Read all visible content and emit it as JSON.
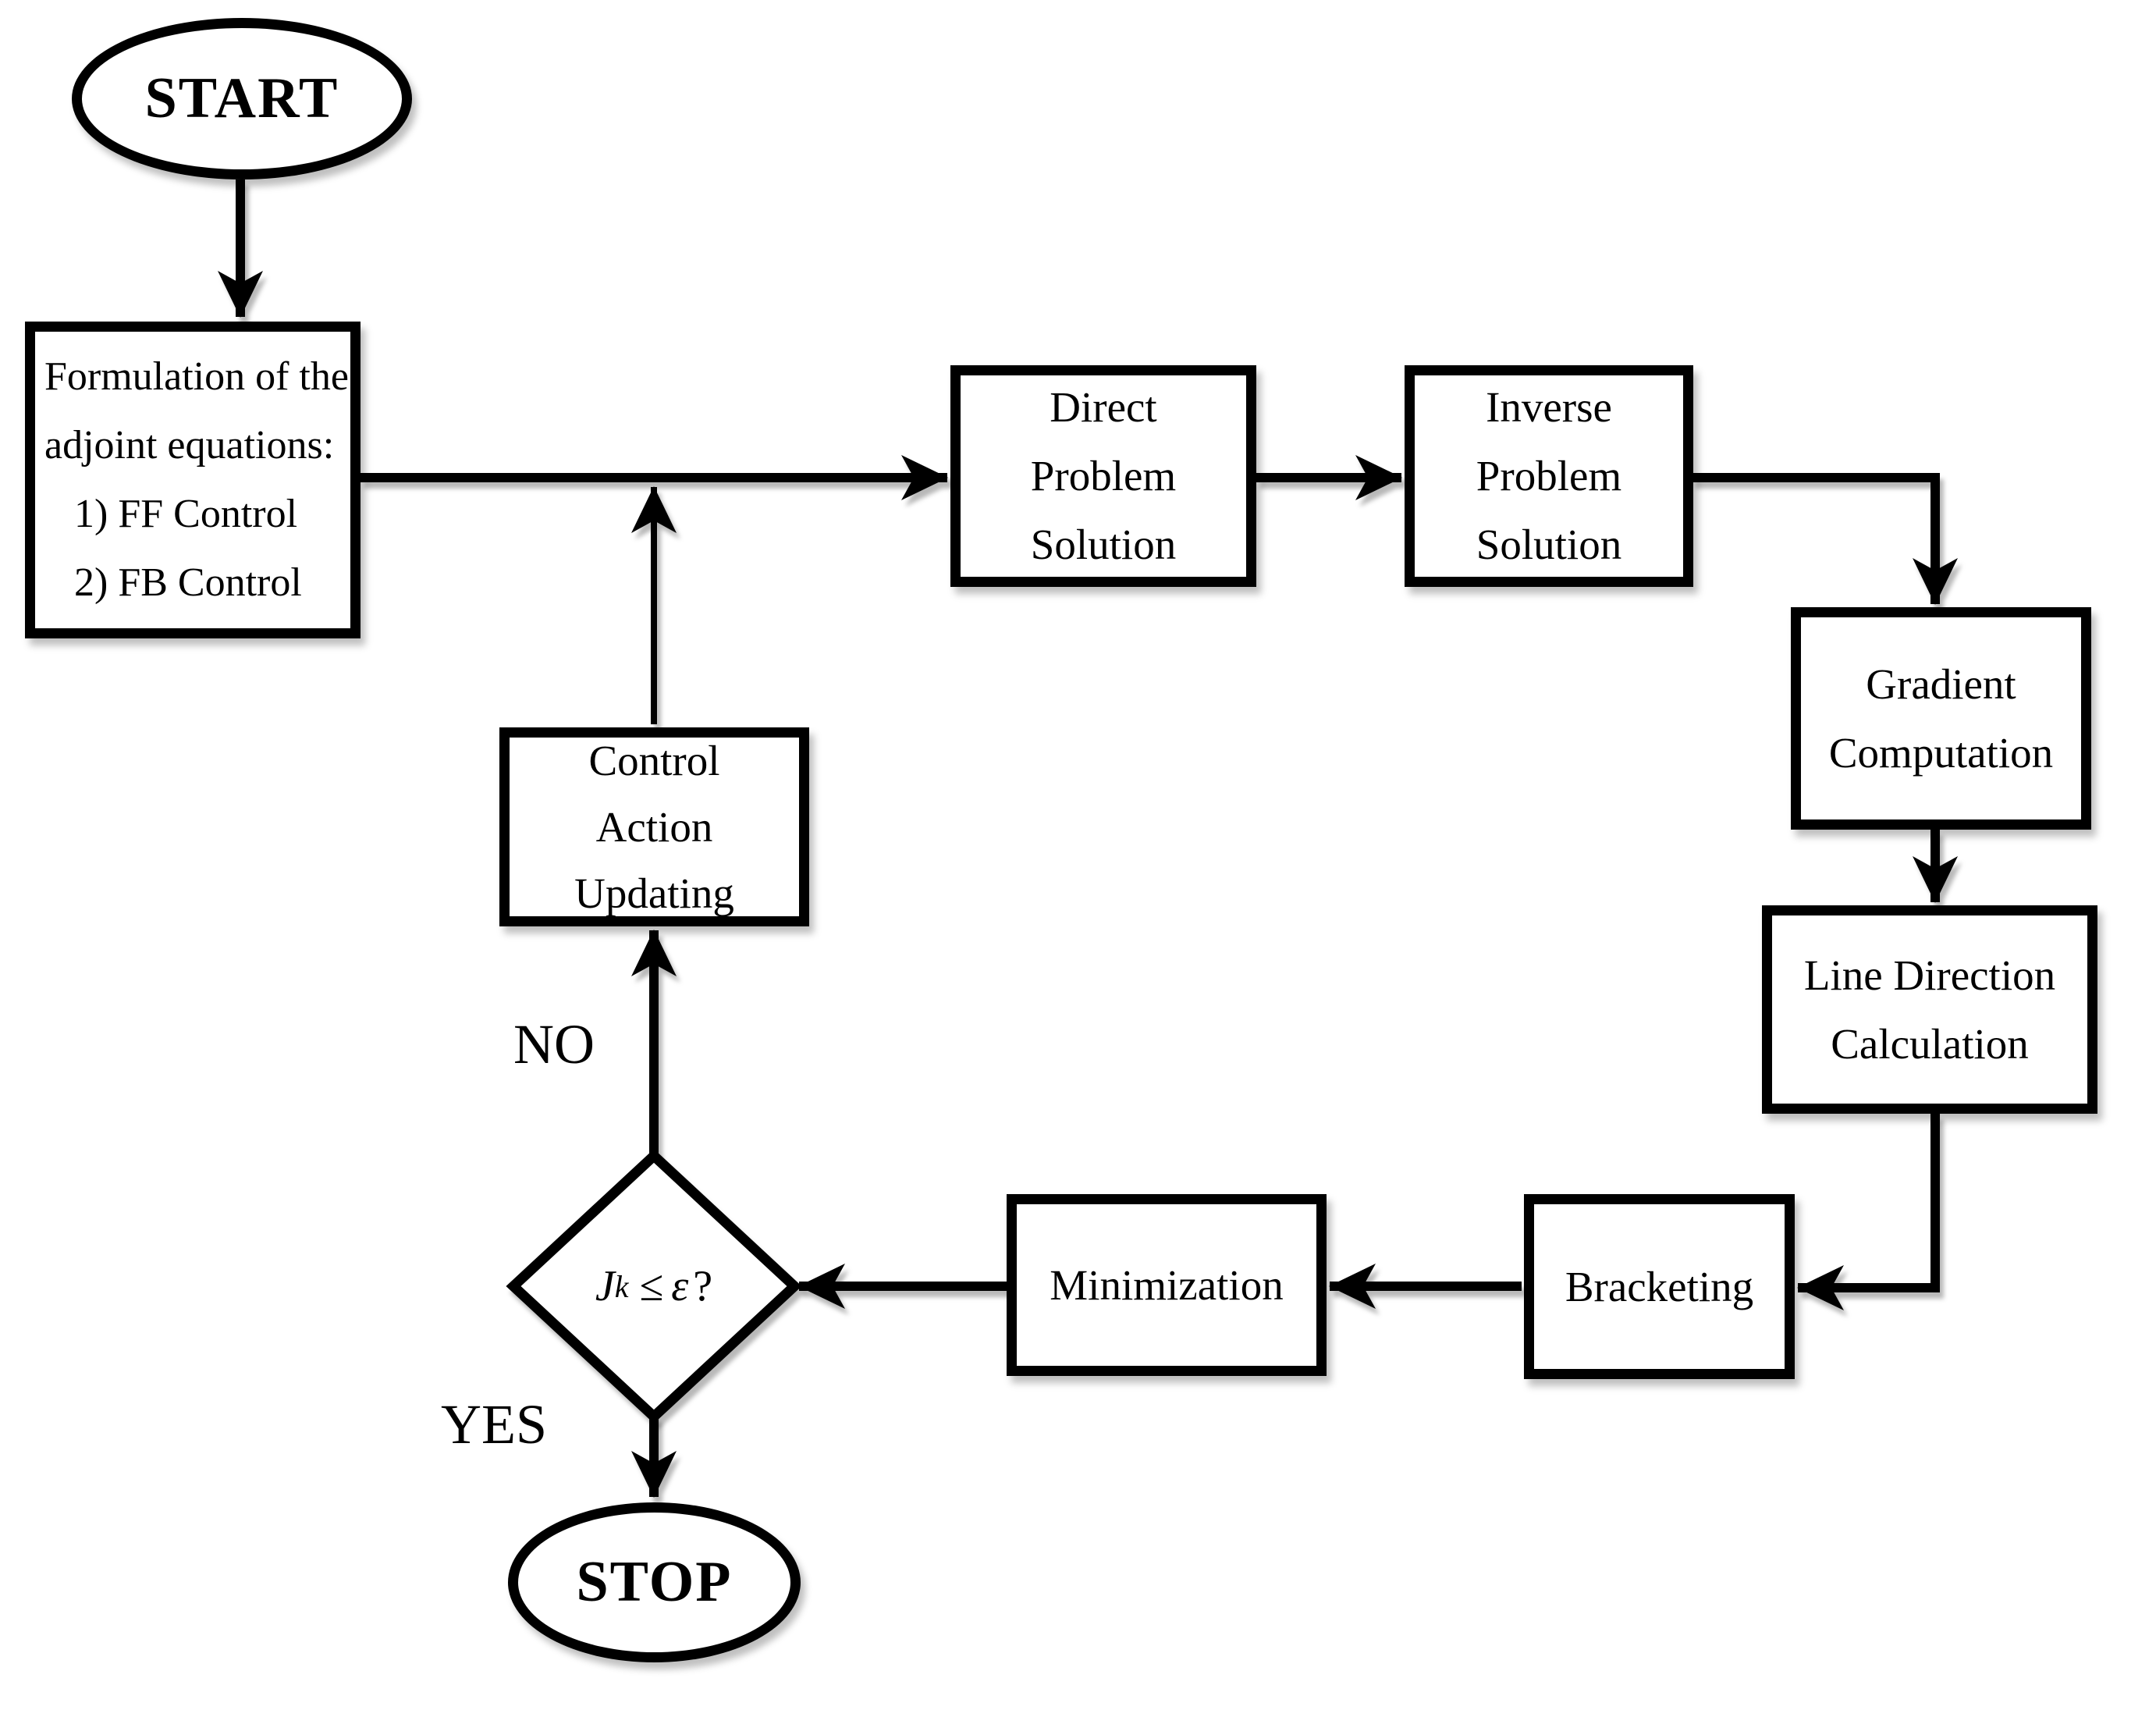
{
  "diagram": {
    "type": "flowchart",
    "colors": {
      "background": "#ffffff",
      "stroke": "#000000",
      "node_fill": "#ffffff",
      "text": "#000000"
    },
    "nodes": {
      "start": {
        "label": "START"
      },
      "formulation": {
        "lines": [
          "Formulation of the",
          "adjoint equations:",
          "1) FF Control",
          "2) FB Control"
        ]
      },
      "direct_problem": {
        "lines": [
          "Direct",
          "Problem",
          "Solution"
        ]
      },
      "inverse_problem": {
        "lines": [
          "Inverse",
          "Problem",
          "Solution"
        ]
      },
      "gradient_computation": {
        "lines": [
          "Gradient",
          "Computation"
        ]
      },
      "line_direction": {
        "lines": [
          "Line Direction",
          "Calculation"
        ]
      },
      "bracketing": {
        "label": "Bracketing"
      },
      "minimization": {
        "label": "Minimization"
      },
      "decision": {
        "variable": "J",
        "superscript": "k",
        "operator": "≤",
        "threshold": "ε",
        "question_mark": "?"
      },
      "control_action": {
        "lines": [
          "Control",
          "Action",
          "Updating"
        ]
      },
      "stop": {
        "label": "STOP"
      }
    },
    "edge_labels": {
      "no": "NO",
      "yes": "YES"
    }
  }
}
